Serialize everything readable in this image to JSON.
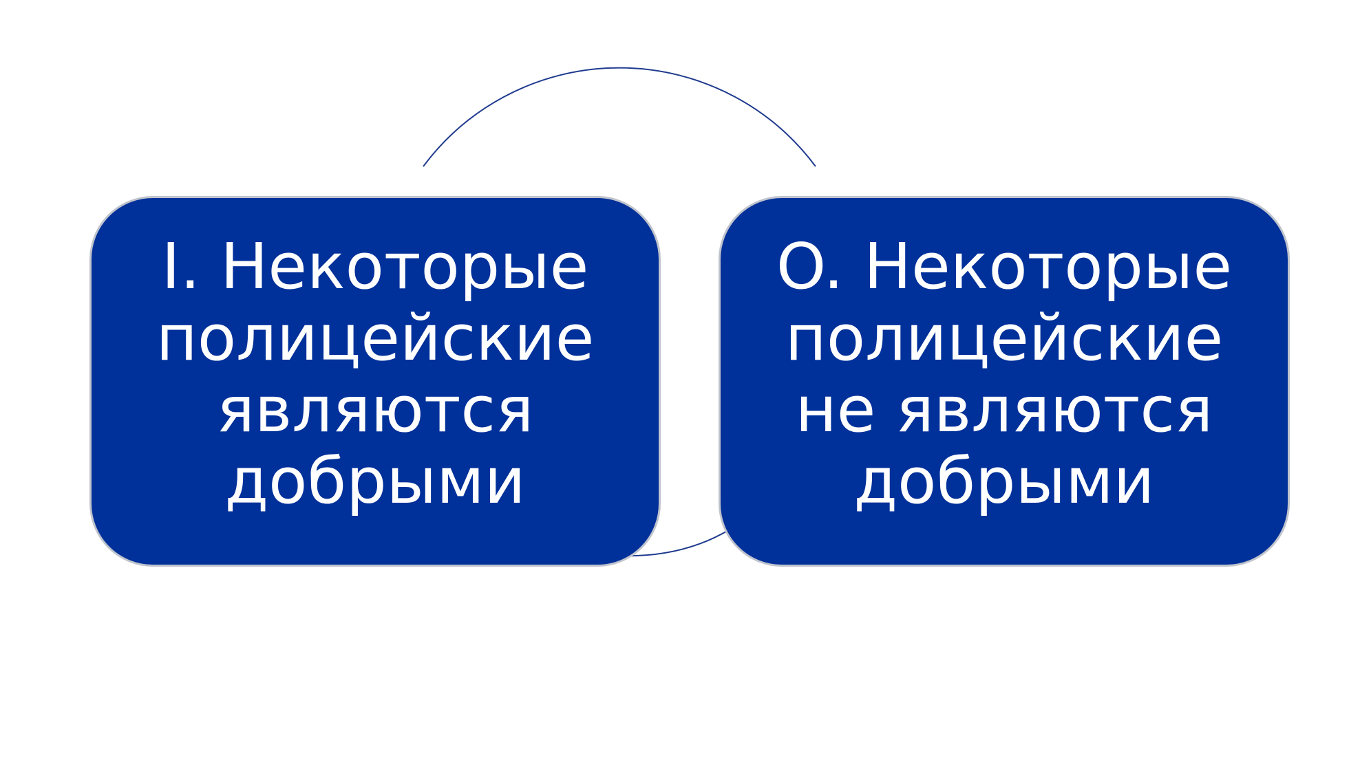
{
  "colors": {
    "box_fill": "#00309a",
    "box_border": "#bfc3cc",
    "connector": "#1f3b8f",
    "text": "#ffffff",
    "background": "#ffffff"
  },
  "diagram": {
    "nodes": [
      {
        "id": "I",
        "text": "I. Некоторые\nполицейские\nявляются\nдобрыми"
      },
      {
        "id": "O",
        "text": "O. Некоторые\nполицейские\nне являются\nдобрыми"
      }
    ],
    "connector": {
      "shape": "cycle-arc",
      "from": "I",
      "to": "O"
    }
  }
}
